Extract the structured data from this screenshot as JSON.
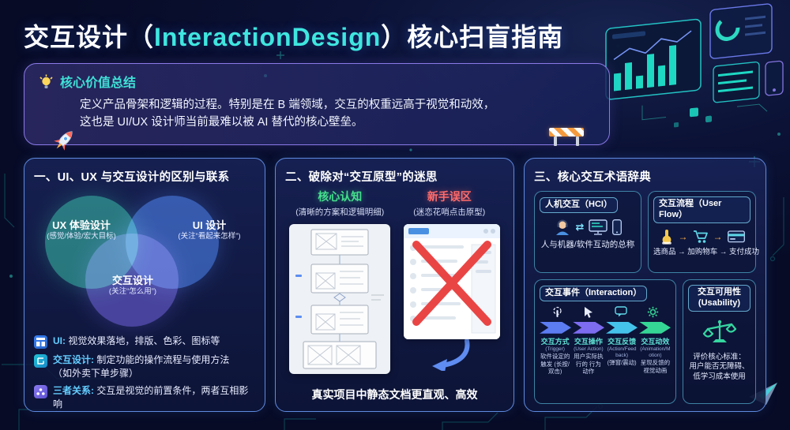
{
  "title": {
    "prefix": "交互设计（",
    "en": "InteractionDesign",
    "suffix": "）核心扫盲指南"
  },
  "summary": {
    "heading": "核心价值总结",
    "line1": "定义产品骨架和逻辑的过程。特别是在 B 端领域，交互的权重远高于视觉和动效，",
    "line2": "这也是 UI/UX 设计师当前最难以被 AI 替代的核心壁垒。"
  },
  "section1": {
    "title": "一、UI、UX 与交互设计的区别与联系",
    "venn": {
      "ux_title": "UX 体验设计",
      "ux_sub": "(感觉/体验/宏大目标)",
      "ui_title": "UI 设计",
      "ui_sub": "(关注“看起来怎样”)",
      "ixd_title": "交互设计",
      "ixd_sub": "(关注“怎么用”)"
    },
    "bullets": [
      {
        "label": "UI:",
        "text": "视觉效果落地，排版、色彩、图标等"
      },
      {
        "label": "交互设计:",
        "text": "制定功能的操作流程与使用方法",
        "text2": "（如外卖下单步骤）"
      },
      {
        "label": "三者关系:",
        "text": "交互是视觉的前置条件，两者互相影响"
      }
    ]
  },
  "section2": {
    "title": "二、破除对“交互原型”的迷思",
    "good": {
      "label": "核心认知",
      "sub": "(清晰的方案和逻辑明细)"
    },
    "bad": {
      "label": "新手误区",
      "sub": "(迷恋花哨点击原型)"
    },
    "footer": "真实项目中静态文档更直观、高效"
  },
  "section3": {
    "title": "三、核心交互术语辞典",
    "hci": {
      "title": "人机交互（HCI）",
      "desc": "人与机器/软件互动的总称",
      "arrows_glyph": "⇄"
    },
    "flow": {
      "title": "交互流程（User Flow）",
      "desc": "选商品 → 加购物车 → 支付成功",
      "arrow_glyph": "→"
    },
    "interaction": {
      "title": "交互事件（Interaction）",
      "cols": [
        {
          "label": "交互方式",
          "en": "(Trigger)",
          "desc": "软件设定的触发 (长按/双击)"
        },
        {
          "label": "交互操作",
          "en": "(User Action)",
          "desc": "用户实际执行的 行为动作"
        },
        {
          "label": "交互反馈",
          "en": "(Action/Feedback)",
          "desc": "(弹窗/震动)"
        },
        {
          "label": "交互动效",
          "en": "(Animation/Motion)",
          "desc": "呈现反馈的视觉动画"
        }
      ]
    },
    "usability": {
      "title": "交互可用性",
      "title_en": "(Usability)",
      "desc_head": "评价核心标准：",
      "desc": "用户能否无障碍、低学习成本使用"
    }
  }
}
